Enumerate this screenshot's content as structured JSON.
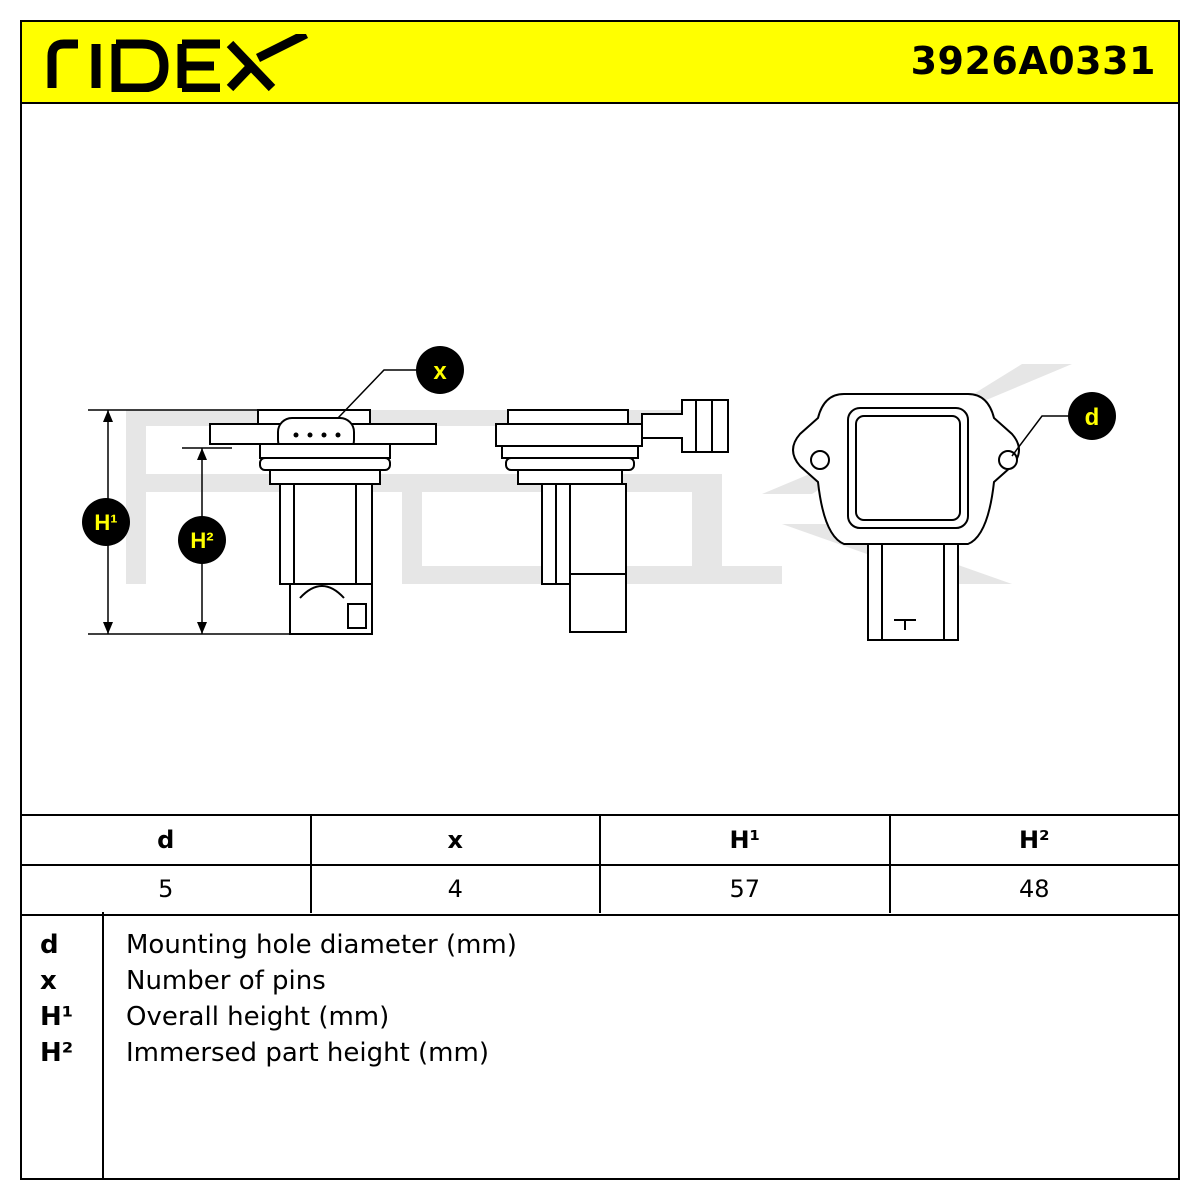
{
  "header": {
    "brand": "RIDEX",
    "part_number": "3926A0331",
    "brand_color": "#ffff00"
  },
  "diagram": {
    "callouts": [
      "x",
      "d",
      "H¹",
      "H²"
    ],
    "callout_fill": "#000000",
    "callout_text_color": "#ffff00",
    "watermark": "RIDEX",
    "watermark_color": "#e6e6e6"
  },
  "spec_table": {
    "headers": [
      "d",
      "x",
      "H¹",
      "H²"
    ],
    "values": [
      "5",
      "4",
      "57",
      "48"
    ]
  },
  "legend": [
    {
      "symbol": "d",
      "description": "Mounting hole diameter (mm)"
    },
    {
      "symbol": "x",
      "description": "Number of pins"
    },
    {
      "symbol": "H¹",
      "description": "Overall height (mm)"
    },
    {
      "symbol": "H²",
      "description": "Immersed part height (mm)"
    }
  ]
}
